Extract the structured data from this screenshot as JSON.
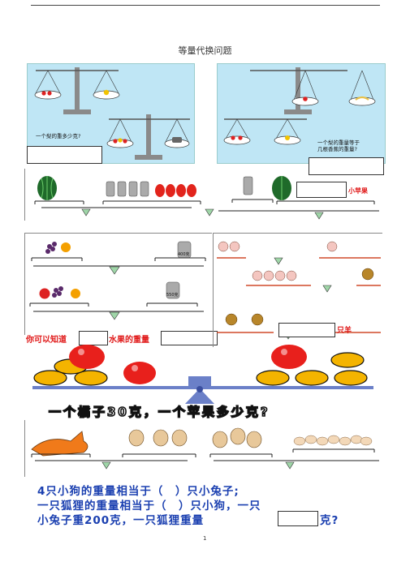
{
  "page": {
    "title": "等量代换问题",
    "page_number": "1"
  },
  "section1": {
    "left_question": "一个梨的重多少克?",
    "right_question_line1": "一个梨的重量等于",
    "right_question_line2": "几根香蕉的重量?"
  },
  "section2": {
    "weight_label": "小苹果"
  },
  "section3": {
    "weight_400": "400克",
    "weight_550": "550克",
    "text_prefix": "你可以知道",
    "text_middle": "水果的重量",
    "right_tail": "只羊"
  },
  "section4": {
    "banner": "一个橘子30克，一个苹果多少克?"
  },
  "section5": {
    "line1": "4只小狗的重量相当于（　）只小兔子;",
    "line2": "一只狐狸的重量相当于（　）只小狗，一只",
    "line3_prefix": "小兔子重200克，一只狐狸重量",
    "line3_suffix": "克?"
  },
  "colors": {
    "panel_blue": "#bfe6f5",
    "banner_blue": "#1a3fb0",
    "red_text": "#e01818",
    "scale_blue": "#6b80c8",
    "orange": "#f4b400"
  }
}
